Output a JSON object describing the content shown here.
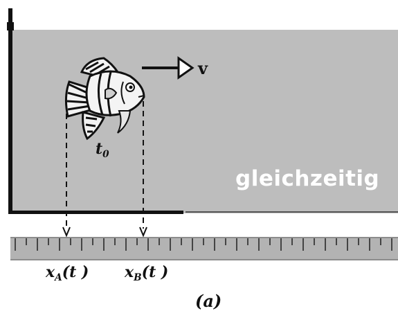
{
  "figure": {
    "velocity_label": "v",
    "time_label": "t",
    "time_subscript": "0",
    "position_a": {
      "var": "x",
      "sub": "A",
      "paren": "(t  )"
    },
    "position_b": {
      "var": "x",
      "sub": "B",
      "paren": "(t  )"
    },
    "caption": "(a)",
    "overlay_text": "gleichzeitig"
  },
  "colors": {
    "water": "#bdbdbd",
    "ruler": "#b3b3b3",
    "ink": "#111111",
    "overlay_text": "#ffffff"
  }
}
